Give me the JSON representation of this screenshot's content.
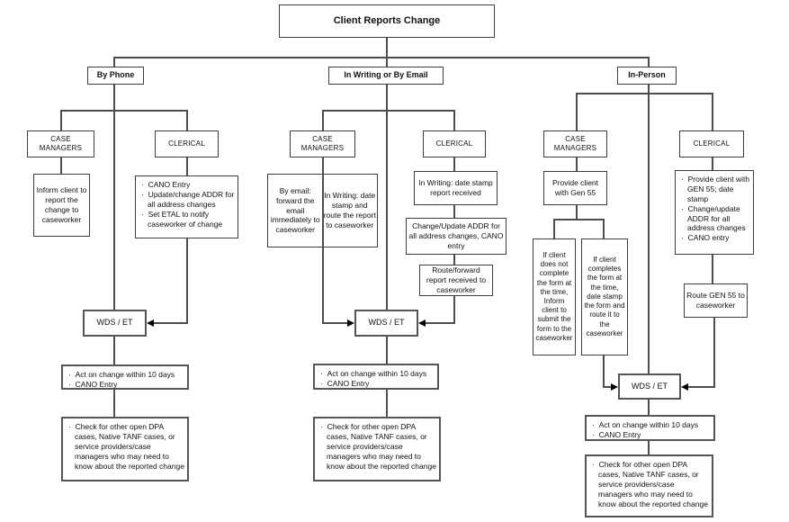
{
  "title": "Client Reports Change",
  "labels": {
    "case_managers": "CASE MANAGERS",
    "clerical": "CLERICAL",
    "wds": "WDS / ET"
  },
  "phone": {
    "label": "By Phone",
    "cm_action": "Inform client to report the change to caseworker",
    "clerical_bullets": [
      "CANO Entry",
      "Update/change ADDR for all address changes",
      "Set ETAL to notify caseworker of change"
    ],
    "act": [
      "Act on change within 10 days",
      "CANO Entry"
    ],
    "check": "Check for other open DPA cases, Native TANF cases, or service providers/case managers who may need to know about the reported change"
  },
  "writing": {
    "label": "In Writing or By Email",
    "cm_email": "By email: forward the email immediately to caseworker",
    "cm_writing": "In Writing: date stamp and route the report to caseworker",
    "clerical_step1": "In Writing: date stamp report received",
    "clerical_step2": "Change/Update ADDR for all address changes, CANO entry",
    "clerical_step3": "Route/forward report received to caseworker",
    "act": [
      "Act on change within 10 days",
      "CANO Entry"
    ],
    "check": "Check for other open DPA cases, Native TANF cases, or service providers/case managers who may need to know about the reported change"
  },
  "inperson": {
    "label": "In-Person",
    "cm_provide": "Provide client with Gen 55",
    "cm_if_not": "If client does not complete the form at the time, Inform client to submit the form to the caseworker",
    "cm_if_does": "If client completes the form at the time, date stamp the form and route it to the caseworker",
    "clerical_bullets": [
      "Provide client with GEN 55; date stamp",
      "Change/update ADDR for all address changes",
      "CANO entry"
    ],
    "clerical_route": "Route GEN 55 to caseworker",
    "act": [
      "Act on change within 10 days",
      "CANO Entry"
    ],
    "check": "Check for other open DPA cases, Native TANF cases, or service providers/case managers who may need to know about the reported change"
  }
}
